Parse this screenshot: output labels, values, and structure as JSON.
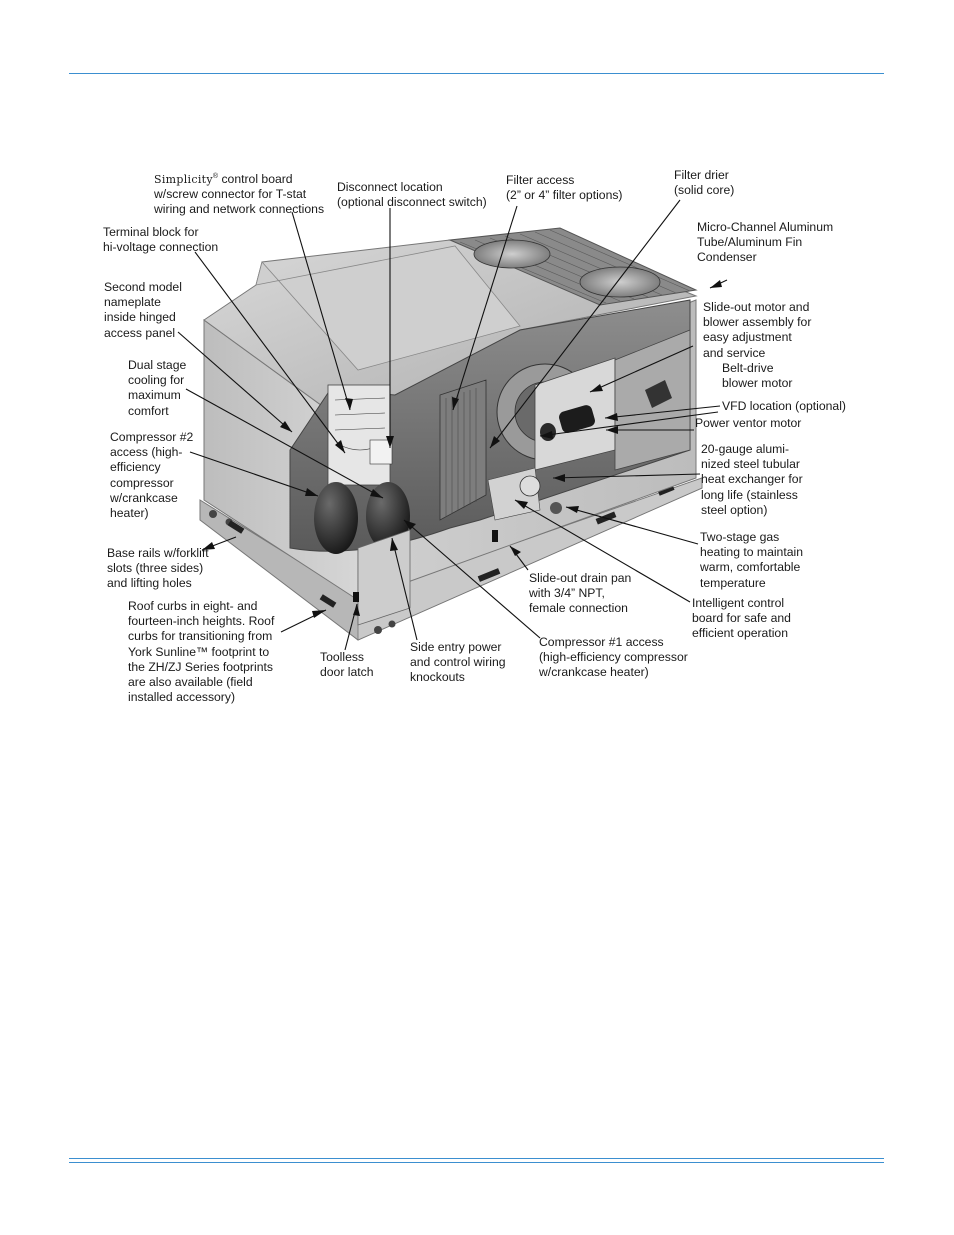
{
  "figure": {
    "illustration": "cutaway rooftop packaged HVAC unit",
    "callouts": [
      {
        "id": "simplicity",
        "brand": "Simplicity",
        "mark": "®",
        "text": "  control board\nw/screw connector for T-stat\nwiring and network connections"
      },
      {
        "id": "disconnect",
        "text": "Disconnect location\n(optional disconnect switch)"
      },
      {
        "id": "filter_access",
        "text": "Filter access\n(2” or 4” filter options)"
      },
      {
        "id": "filter_drier",
        "text": "Filter drier\n(solid core)"
      },
      {
        "id": "terminal_block",
        "text": "Terminal block for\nhi-voltage connection"
      },
      {
        "id": "condenser",
        "text": "Micro-Channel Aluminum\nTube/Aluminum Fin\nCondenser"
      },
      {
        "id": "nameplate",
        "text": "Second model\nnameplate\ninside hinged\naccess panel"
      },
      {
        "id": "slideout_motor",
        "text": "Slide-out motor and\nblower assembly for\neasy adjustment\nand service"
      },
      {
        "id": "dual_stage",
        "text": "Dual stage\ncooling for\nmaximum\ncomfort"
      },
      {
        "id": "belt_drive",
        "text": "Belt-drive\nblower motor"
      },
      {
        "id": "vfd",
        "text": "VFD location (optional)"
      },
      {
        "id": "power_ventor",
        "text": "Power ventor motor"
      },
      {
        "id": "compressor2",
        "text": "Compressor #2\naccess (high-\nefficiency\ncompressor\nw/crankcase\nheater)"
      },
      {
        "id": "heat_exchanger",
        "text": "20-gauge alumi-\nnized steel tubular\nheat exchanger for\nlong life (stainless\nsteel option)"
      },
      {
        "id": "base_rails",
        "text": "Base rails w/forklift\nslots (three sides)\nand lifting holes"
      },
      {
        "id": "two_stage_gas",
        "text": "Two-stage gas\nheating to maintain\nwarm, comfortable\ntemperature"
      },
      {
        "id": "drain_pan",
        "text": "Slide-out drain pan\nwith 3/4” NPT,\nfemale connection"
      },
      {
        "id": "roof_curbs",
        "text": "Roof curbs in eight- and\nfourteen-inch heights. Roof\ncurbs for transitioning from\nYork Sunline™ footprint to\nthe ZH/ZJ  Series footprints\nare also available (field\ninstalled accessory)"
      },
      {
        "id": "intelligent_board",
        "text": "Intelligent control\nboard for safe and\nefficient operation"
      },
      {
        "id": "compressor1",
        "text": "Compressor #1 access\n(high-efficiency compressor\nw/crankcase heater)"
      },
      {
        "id": "toolless",
        "text": "Toolless\ndoor latch"
      },
      {
        "id": "side_entry",
        "text": "Side entry power\nand control wiring\nknockouts"
      }
    ]
  },
  "colors": {
    "rule": "#3b8fd0",
    "text": "#1a1a1a",
    "leader": "#111111"
  }
}
